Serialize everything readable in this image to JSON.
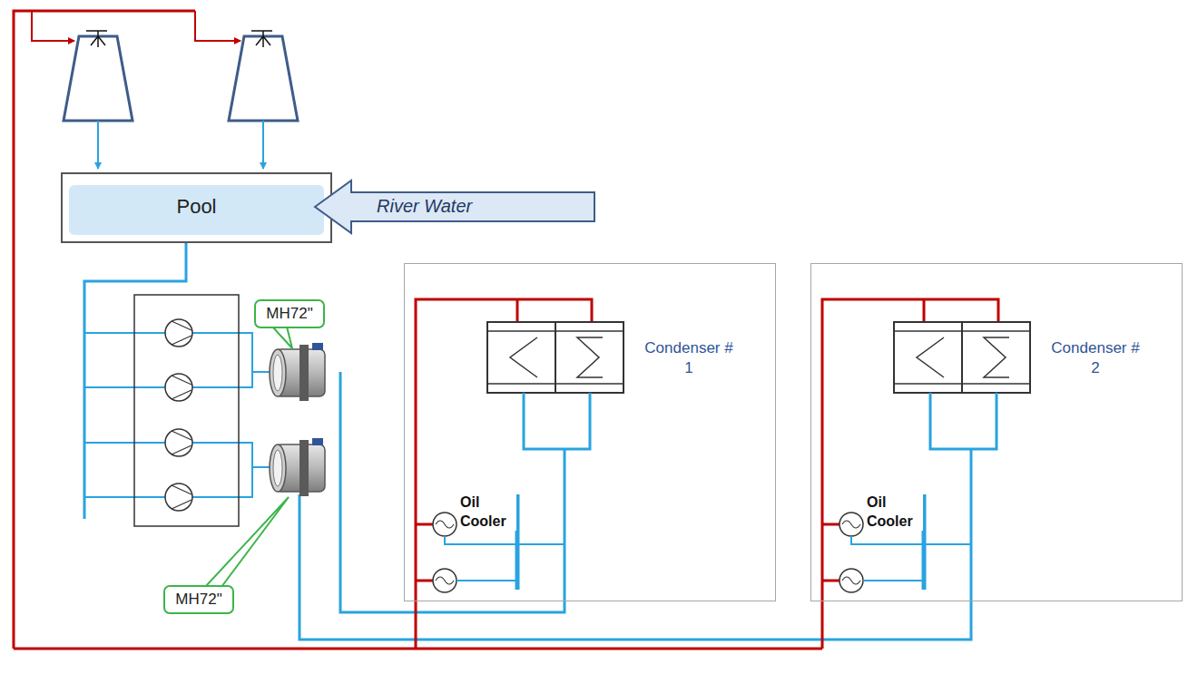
{
  "diagram": {
    "nodes": [
      {
        "text": [
          "Pool"
        ]
      },
      {
        "text": [
          "River Water"
        ]
      },
      {
        "text": [
          "MH72\""
        ]
      },
      {
        "text": [
          "Condenser # 1"
        ]
      },
      {
        "text": [
          "Oil Cooler"
        ],
        "in": 3
      },
      {
        "text": [
          "Condenser # 2"
        ]
      },
      {
        "text": [
          "Oil Cooler"
        ],
        "in": 5
      },
      {
        "text": [
          "MH72\""
        ]
      }
    ]
  }
}
